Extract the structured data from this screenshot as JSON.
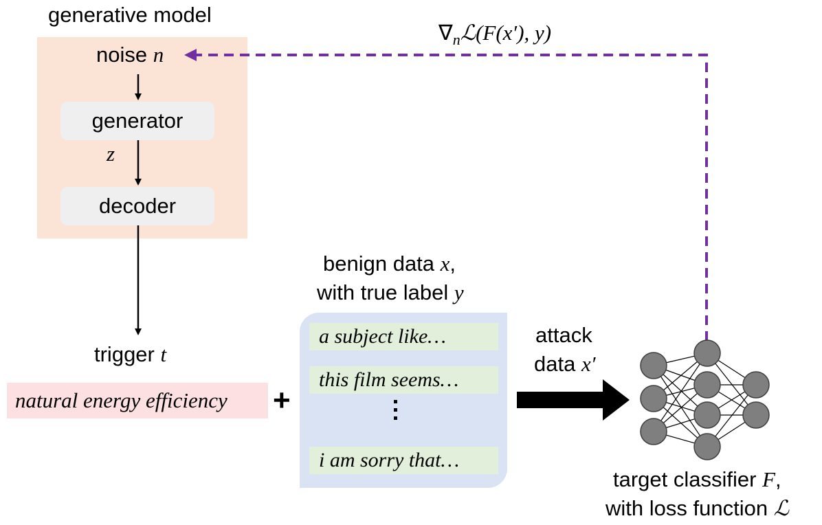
{
  "generative_model": {
    "title": "generative model",
    "noise_text": "noise ",
    "noise_var": "n",
    "generator_label": "generator",
    "latent_var": "z",
    "decoder_label": "decoder"
  },
  "trigger": {
    "label_text": "trigger ",
    "label_var": "t",
    "phrase": "natural energy efficiency"
  },
  "plus": "+",
  "benign_data": {
    "line1_text": "benign data ",
    "line1_var": "x",
    "line1_tail": ",",
    "line2_text": "with true label ",
    "line2_var": "y",
    "samples": [
      "a subject like…",
      "this film seems…",
      "i am sorry that…"
    ]
  },
  "attack_data": {
    "line1": "attack",
    "line2_text": "data ",
    "line2_var": "x′"
  },
  "target": {
    "line1_text": "target classifier ",
    "line1_var": "F",
    "line1_tail": ",",
    "line2_text": "with loss function ",
    "line2_var": "ℒ"
  },
  "gradient": {
    "nabla": "∇",
    "sub": "n",
    "expr": "ℒ(F(x′), y)"
  },
  "colors": {
    "generative_panel": "#fbe3d6",
    "trigger_bg": "#fde0e2",
    "data_panel": "#dae3f3",
    "sample_bg": "#e2efda",
    "gradient_arrow": "#7030a0",
    "neuron": "#7f7f7f"
  }
}
